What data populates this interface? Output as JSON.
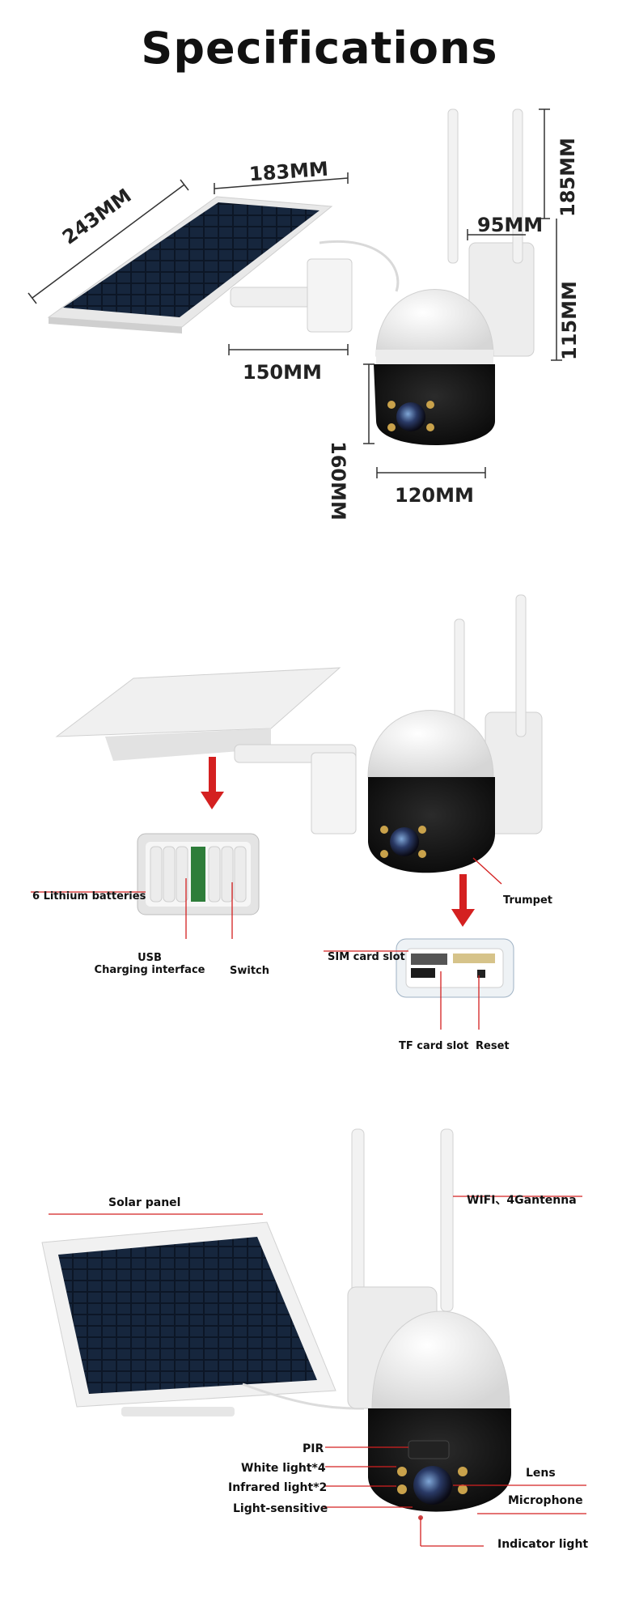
{
  "title": "Specifications",
  "dimensions": {
    "panel_length": "243MM",
    "panel_width": "183MM",
    "bracket_arm": "150MM",
    "camera_height": "160MM",
    "camera_width": "120MM",
    "antenna_height": "185MM",
    "mount_width": "95MM",
    "mount_height": "115MM"
  },
  "components": {
    "batteries": "6 Lithium batteries",
    "usb_line1": "USB",
    "usb_line2": "Charging interface",
    "switch": "Switch",
    "trumpet": "Trumpet",
    "sim_slot": "SIM card slot",
    "tf_slot": "TF card slot",
    "reset": "Reset"
  },
  "features": {
    "solar_panel": "Solar panel",
    "antenna": "WIFI、4Gantenna",
    "pir": "PIR",
    "white_light": "White light*4",
    "infrared_light": "Infrared light*2",
    "light_sensitive": "Light-sensitive",
    "lens": "Lens",
    "microphone": "Microphone",
    "indicator": "Indicator light"
  },
  "colors": {
    "accent": "#d42020",
    "panel_cell": "#0d1a2e",
    "camera_white": "#f2f2f2",
    "camera_black": "#151515"
  }
}
